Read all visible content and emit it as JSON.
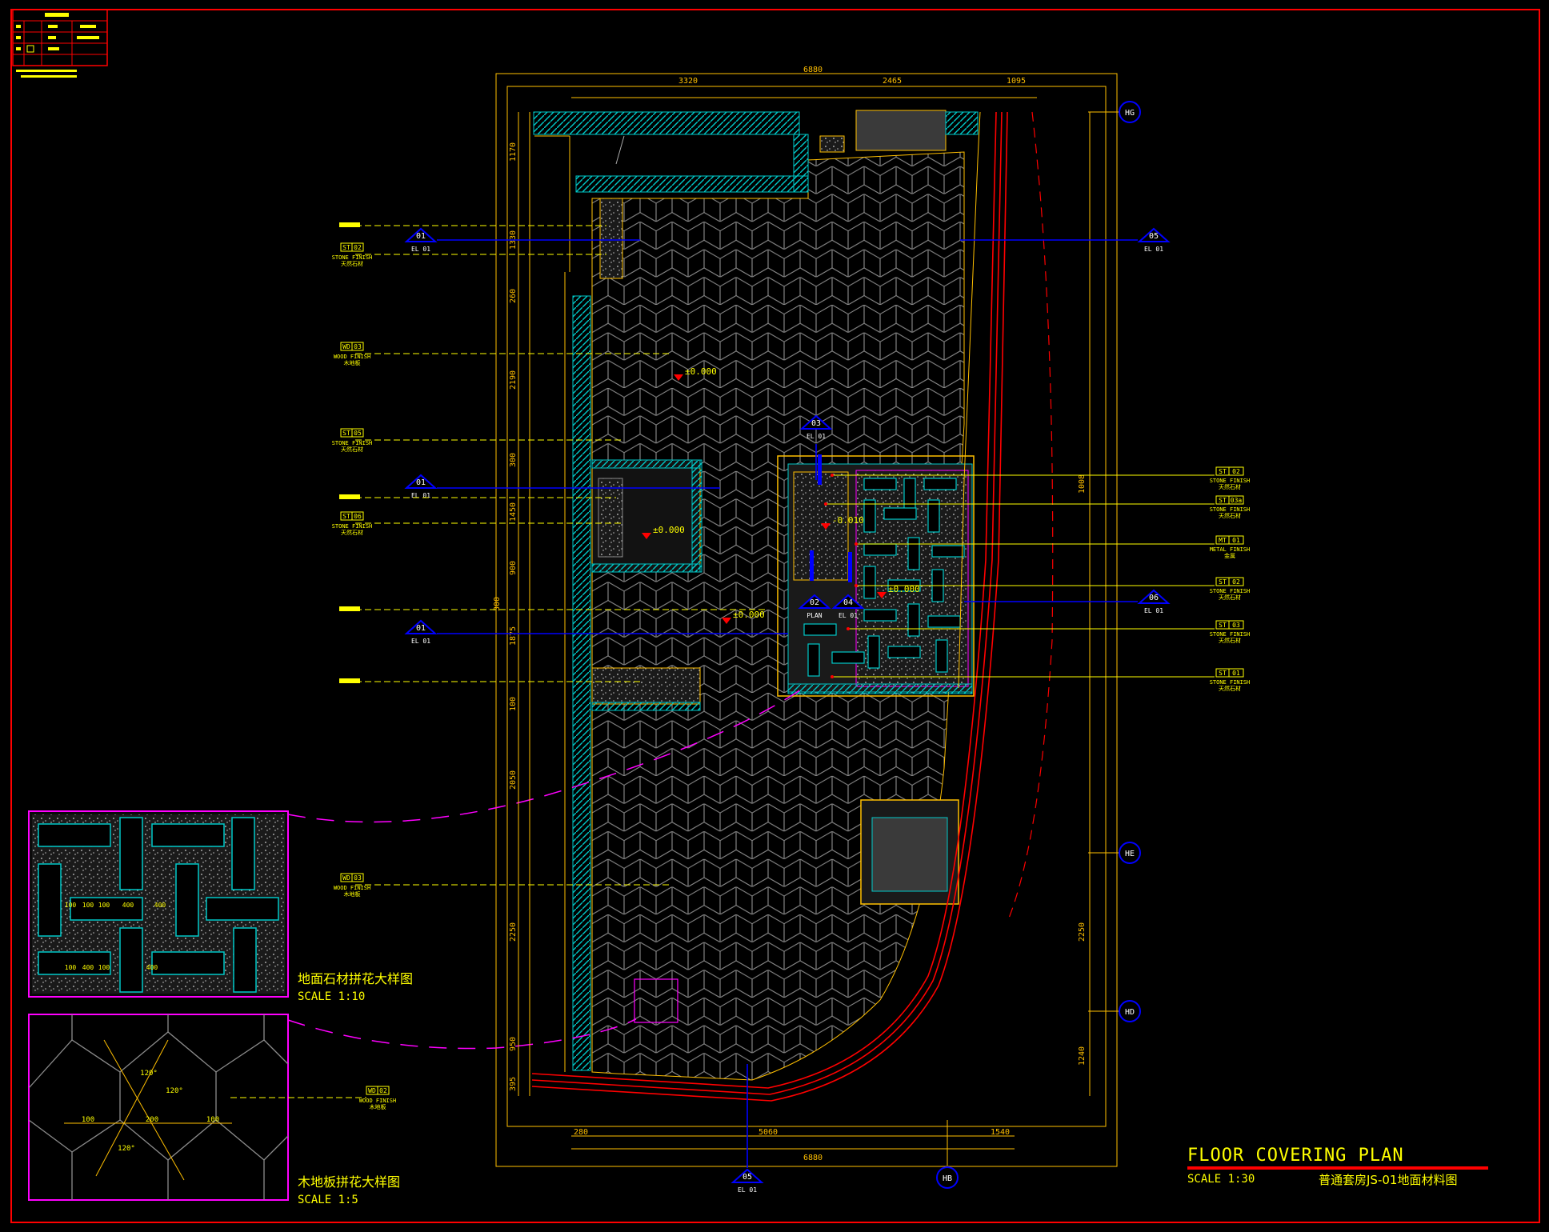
{
  "title_block": {
    "title": "FLOOR COVERING PLAN",
    "scale": "SCALE 1:30",
    "subtitle": "普通套房JS-01地面材料图"
  },
  "details": [
    {
      "title": "地面石材拼花大样图",
      "scale": "SCALE 1:10"
    },
    {
      "title": "木地板拼花大样图",
      "scale": "SCALE 1:5"
    }
  ],
  "dimensions": {
    "top_total": "6880",
    "top_segments": [
      "3320",
      "2465",
      "1095"
    ],
    "bottom_total": "6880",
    "bottom_segments": [
      "280",
      "5060",
      "1540"
    ],
    "left": [
      "1170",
      "1330",
      "260",
      "2190",
      "300",
      "1450",
      "900",
      "1875",
      "100",
      "2050",
      "2250",
      "950",
      "395"
    ],
    "right": [
      "1008",
      "2250",
      "1240"
    ],
    "detail_stone": [
      "100",
      "100",
      "100",
      "400",
      "400",
      "100",
      "400",
      "100",
      "400"
    ],
    "detail_wood": [
      "120°",
      "120°",
      "120°",
      "100",
      "200",
      "100"
    ]
  },
  "levels": [
    "±0.000",
    "±0.000",
    "-0.010",
    "±0.000",
    "±0.000"
  ],
  "grid_axes": [
    "HG",
    "HE",
    "HD",
    "HB"
  ],
  "section_markers": [
    {
      "num": "01",
      "ref": "EL 01"
    },
    {
      "num": "05",
      "ref": "EL 01"
    },
    {
      "num": "01",
      "ref": "EL 01"
    },
    {
      "num": "01",
      "ref": "EL 01"
    },
    {
      "num": "06",
      "ref": "EL 01"
    },
    {
      "num": "03",
      "ref": "EL 01"
    },
    {
      "num": "05",
      "ref": "EL 01"
    },
    {
      "num": "02",
      "ref": "PLAN"
    },
    {
      "num": "04",
      "ref": "EL 01"
    }
  ],
  "left_callouts": [
    {
      "code": "",
      "num": "",
      "finish": "",
      "cn": ""
    },
    {
      "code": "ST",
      "num": "02",
      "finish": "STONE FINISH",
      "cn": "天然石材"
    },
    {
      "code": "WD",
      "num": "03",
      "finish": "WOOD FINISH",
      "cn": "木地板"
    },
    {
      "code": "ST",
      "num": "05",
      "finish": "STONE FINISH",
      "cn": "天然石材"
    },
    {
      "code": "",
      "num": "",
      "finish": "",
      "cn": ""
    },
    {
      "code": "ST",
      "num": "06",
      "finish": "STONE FINISH",
      "cn": "天然石材"
    },
    {
      "code": "",
      "num": "",
      "finish": "",
      "cn": ""
    },
    {
      "code": "",
      "num": "",
      "finish": "",
      "cn": ""
    },
    {
      "code": "WD",
      "num": "03",
      "finish": "WOOD FINISH",
      "cn": "木地板"
    },
    {
      "code": "WD",
      "num": "02",
      "finish": "WOOD FINISH",
      "cn": "木地板"
    }
  ],
  "right_callouts": [
    {
      "code": "ST",
      "num": "02",
      "finish": "STONE FINISH",
      "cn": "天然石材"
    },
    {
      "code": "ST",
      "num": "03a",
      "finish": "STONE FINISH",
      "cn": "天然石材"
    },
    {
      "code": "MT",
      "num": "01",
      "finish": "METAL FINISH",
      "cn": "金属"
    },
    {
      "code": "ST",
      "num": "02",
      "finish": "STONE FINISH",
      "cn": "天然石材"
    },
    {
      "code": "ST",
      "num": "03",
      "finish": "STONE FINISH",
      "cn": "天然石材"
    },
    {
      "code": "ST",
      "num": "01",
      "finish": "STONE FINISH",
      "cn": "天然石材"
    }
  ],
  "colors": {
    "background": "#000000",
    "frame": "#ff0000",
    "dimension": "#ffbf00",
    "callout": "#ffff00",
    "section": "#0000ff",
    "wall": "#00c8c8",
    "pattern": "#8c8c8c",
    "curtain": "#ff0000",
    "leader_detail": "#ff00ff"
  }
}
